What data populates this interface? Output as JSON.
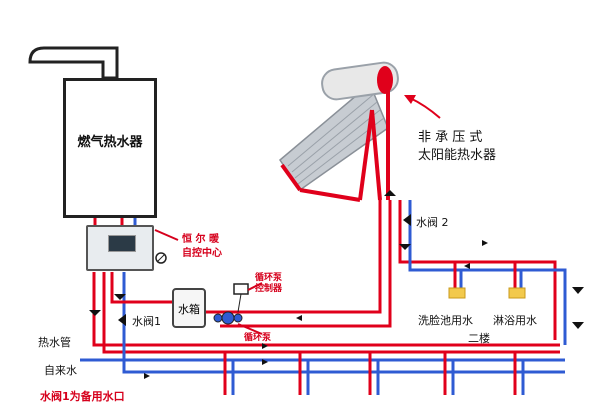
{
  "heater": {
    "label": "燃气热水器"
  },
  "solar": {
    "label_line1": "非 承 压 式",
    "label_line2": "太阳能热水器"
  },
  "control_center": {
    "label_line1": "恒 尔 暖",
    "label_line2": "自控中心"
  },
  "pump_controller": {
    "label_line1": "循环泵",
    "label_line2": "控制器"
  },
  "pump": {
    "label": "循环泵"
  },
  "tank": {
    "label": "水箱"
  },
  "valve1": {
    "label": "水阀1"
  },
  "valve2": {
    "label": "水阀 2"
  },
  "hot_pipe": {
    "label": "热水管"
  },
  "tap_water": {
    "label": "自来水"
  },
  "second_floor": {
    "label": "二楼"
  },
  "basin": {
    "label": "洗脸池用水"
  },
  "shower": {
    "label": "淋浴用水"
  },
  "bottom_note": {
    "label": "水阀1为备用水口"
  },
  "colors": {
    "hot": "#e0001b",
    "cold": "#2f5bd3",
    "accent": "#d6001c"
  }
}
